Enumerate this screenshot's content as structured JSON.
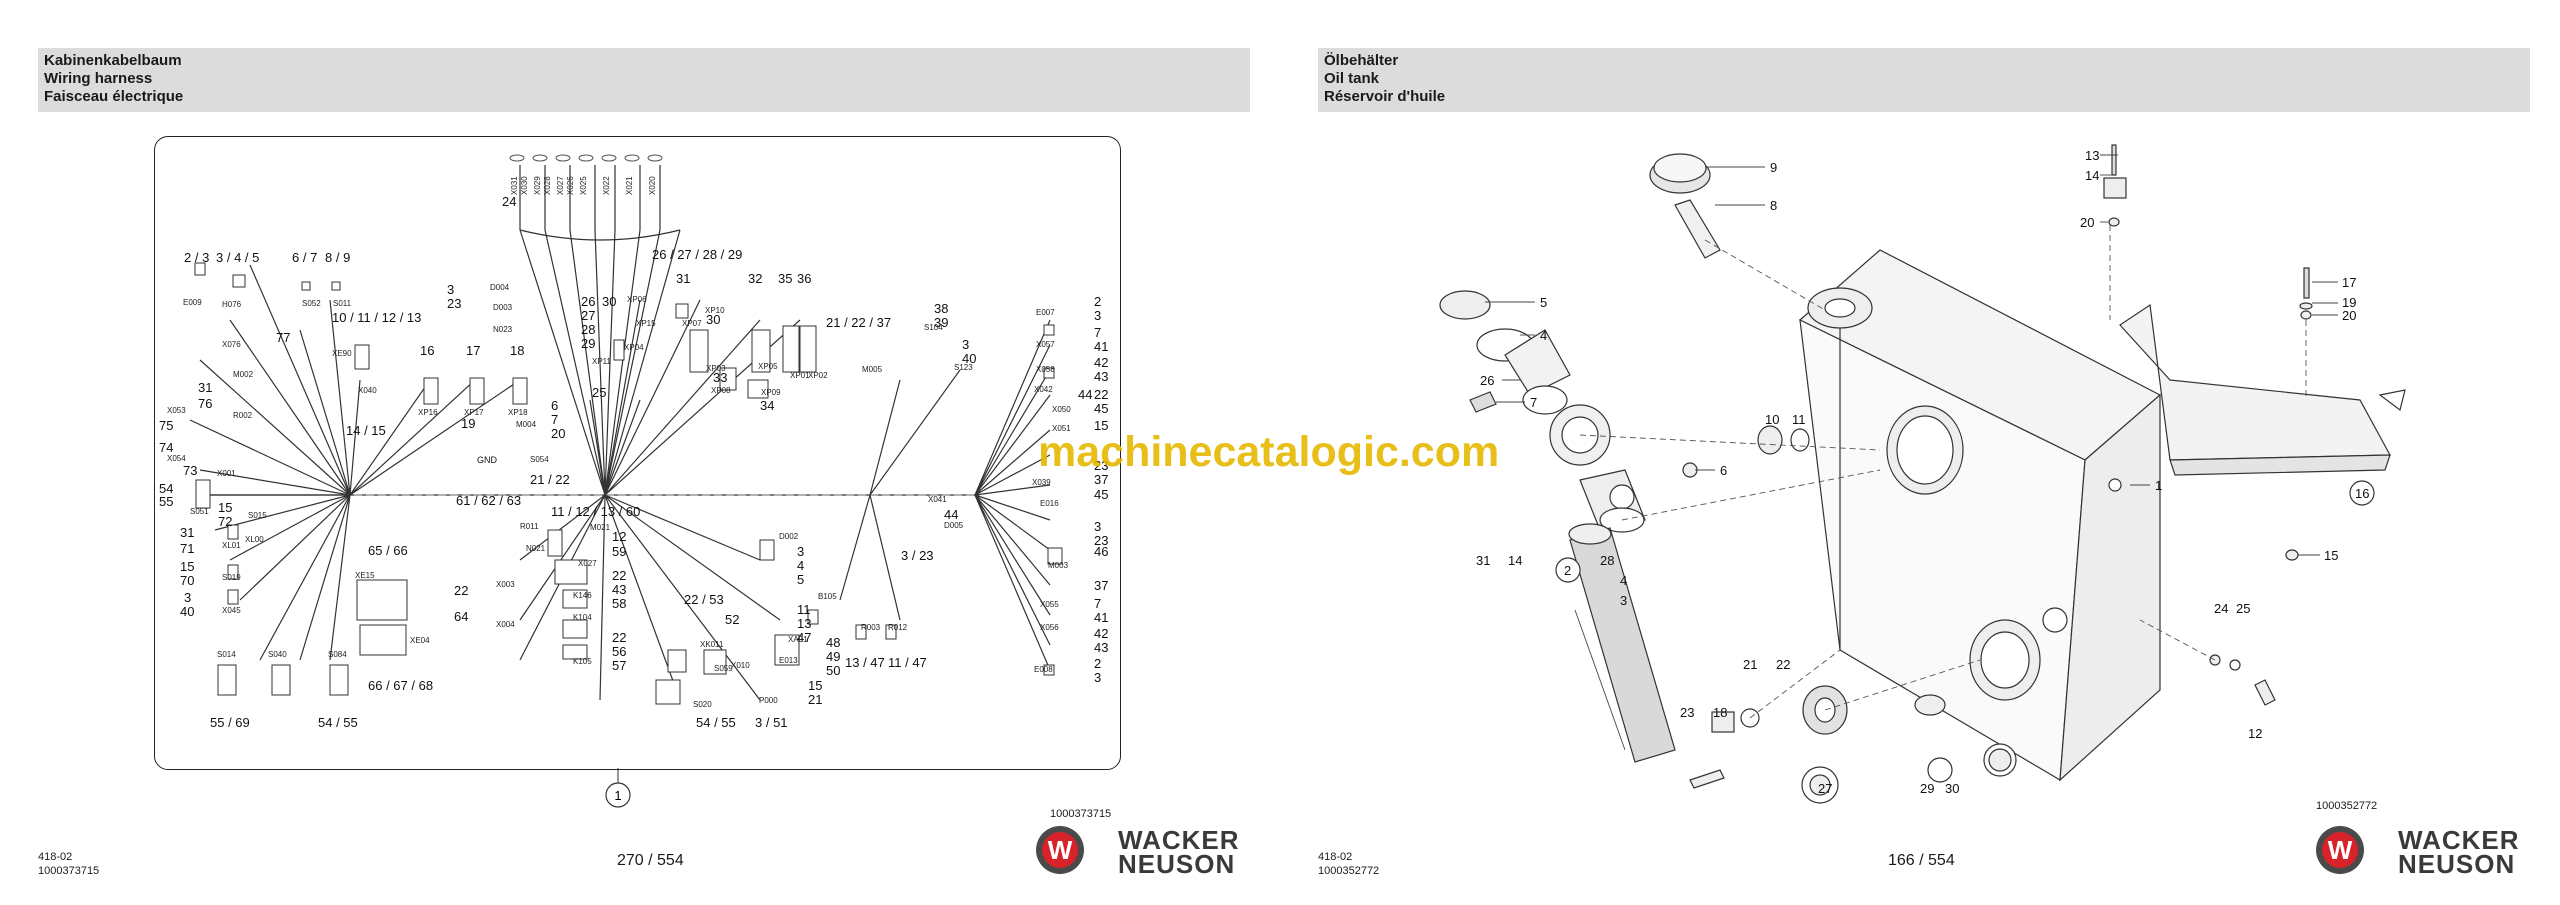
{
  "left_page": {
    "title_de": "Kabinenkabelbaum",
    "title_en": "Wiring harness",
    "title_fr": "Faisceau électrique",
    "doc_number": "1000373715",
    "footer_code_1": "418-02",
    "footer_code_2": "1000373715",
    "page_number": "270 / 554",
    "callout": "1",
    "labels": {
      "l24": "24",
      "l2_3": "2 / 3",
      "l3_4_5": "3 / 4 / 5",
      "l6_7": "6 / 7",
      "l8_9": "8 / 9",
      "l26_29": "26 / 27 / 28 / 29",
      "l31": "31",
      "l32": "32",
      "l35": "35",
      "l36": "36",
      "l21_22_37": "21 / 22 / 37",
      "l38": "38",
      "l39": "39",
      "l3": "3",
      "l40": "40",
      "l10_13": "10 / 11 / 12 / 13",
      "l16": "16",
      "l17": "17",
      "l18": "18",
      "l77": "77",
      "l14_15": "14 / 15",
      "l75": "75",
      "l74": "74",
      "l73": "73",
      "l54": "54",
      "l55": "55",
      "l61_63": "61 / 62 / 63",
      "l11_60": "11 / 12 / 13 / 60",
      "l21_22": "21 / 22",
      "l65_66": "65 / 66",
      "l66_68": "66 / 67 / 68",
      "l22_53": "22 / 53",
      "l52": "52",
      "l55_69": "55 / 69",
      "l54_55b": "54 / 55",
      "l54_55c": "54 / 55",
      "l3_51": "3 / 51",
      "l11_47": "11 / 47",
      "l13_47": "13 / 47",
      "l3_23": "3 / 23",
      "l48": "48",
      "l49": "49",
      "l50": "50",
      "l46": "46",
      "l2": "2",
      "l7": "7",
      "l41": "41",
      "l42": "42",
      "l43": "43",
      "l44": "44",
      "l45": "45",
      "l37": "37",
      "l15": "15",
      "l23": "23",
      "l12": "12",
      "l59": "59",
      "l58": "58",
      "l56": "56",
      "l57": "57",
      "l64": "64",
      "l22": "22",
      "l19": "19",
      "l20": "20",
      "l25": "25",
      "l33": "33",
      "l34": "34",
      "l30": "30",
      "l26": "26",
      "l27": "27",
      "l28": "28",
      "l29": "29",
      "l71": "71",
      "l70": "70",
      "l72": "72",
      "l76": "76",
      "l4": "4",
      "l5": "5",
      "l21": "21",
      "l6": "6",
      "l13": "13",
      "l11": "11",
      "l47": "47",
      "GND": "GND"
    },
    "connectors": [
      "E009",
      "H076",
      "S052",
      "S011",
      "X076",
      "XE90",
      "X040",
      "XP16",
      "XP17",
      "XP18",
      "M002",
      "R002",
      "X053",
      "X054",
      "X001",
      "S051",
      "S015",
      "XL00",
      "XL01",
      "S019",
      "X045",
      "S014",
      "S040",
      "S084",
      "XE15",
      "XE04",
      "D004",
      "D003",
      "N023",
      "M004",
      "S054",
      "R011",
      "N021",
      "M021",
      "X027",
      "X003",
      "X004",
      "K146",
      "K104",
      "K105",
      "XK011",
      "S059",
      "S020",
      "X010",
      "XA01",
      "E013",
      "P000",
      "D002",
      "B105",
      "R003",
      "R012",
      "XP06",
      "XP10",
      "XP07",
      "XP15",
      "XP04",
      "XP11",
      "XP03",
      "XP08",
      "XP09",
      "XP05",
      "XP01",
      "XP02",
      "M005",
      "S104",
      "S123",
      "E007",
      "X057",
      "X058",
      "X042",
      "X050",
      "X051",
      "X039",
      "E016",
      "X041",
      "D005",
      "M003",
      "X055",
      "X056",
      "E008",
      "X031",
      "X030",
      "X029",
      "X028",
      "X027",
      "X026",
      "X025",
      "X022",
      "X021",
      "X020"
    ]
  },
  "right_page": {
    "title_de": "Ölbehälter",
    "title_en": "Oil tank",
    "title_fr": "Réservoir d'huile",
    "doc_number": "1000352772",
    "footer_code_1": "418-02",
    "footer_code_2": "1000352772",
    "page_number": "166 / 554",
    "labels": {
      "p9": "9",
      "p8": "8",
      "p5": "5",
      "p4": "4",
      "p26": "26",
      "p7": "7",
      "p10": "10",
      "p11": "11",
      "p6": "6",
      "p1": "1",
      "p31": "31",
      "p14": "14",
      "p2": "2",
      "p28": "28",
      "p4b": "4",
      "p3": "3",
      "p13": "13",
      "p14b": "14",
      "p20": "20",
      "p17": "17",
      "p19": "19",
      "p20b": "20",
      "p16": "16",
      "p15": "15",
      "p24": "24",
      "p25": "25",
      "p12": "12",
      "p21": "21",
      "p22": "22",
      "p23": "23",
      "p18": "18",
      "p27": "27",
      "p29": "29",
      "p30": "30"
    }
  },
  "watermark": "machinecatalogic.com",
  "brand": {
    "line1": "WACKER",
    "line2": "NEUSON",
    "symbol": "W"
  },
  "colors": {
    "header_bg": "#dcdcdc",
    "watermark": "#e6b800",
    "logo_red": "#d8232a",
    "logo_grey": "#4a4a4a"
  }
}
